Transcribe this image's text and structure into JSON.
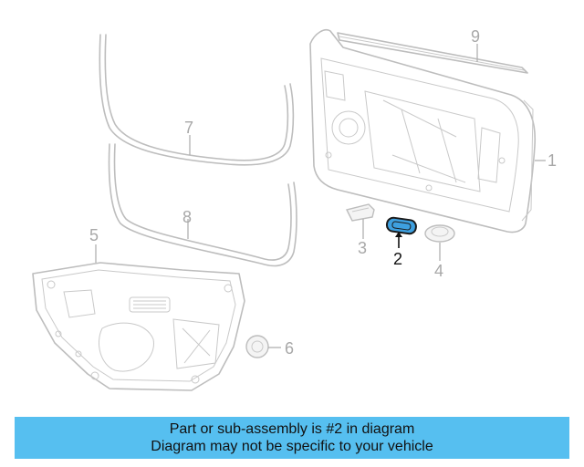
{
  "callouts": {
    "c1": "1",
    "c2": "2",
    "c3": "3",
    "c4": "4",
    "c5": "5",
    "c6": "6",
    "c7": "7",
    "c8": "8",
    "c9": "9"
  },
  "highlighted_part": "2",
  "colors": {
    "banner": "#56bff0",
    "highlight": "#3ea0e0",
    "lines": "#bdbdbd"
  },
  "banner": {
    "line1": "Part or sub-assembly is #2 in diagram",
    "line2": "Diagram may not be specific to your vehicle"
  }
}
